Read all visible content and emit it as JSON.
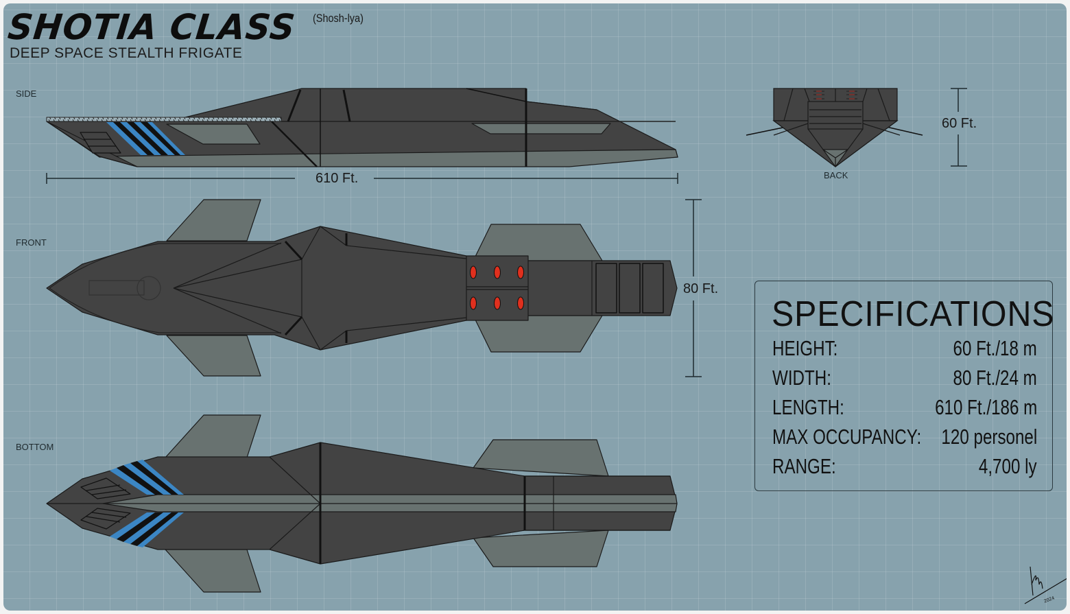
{
  "header": {
    "title": "SHOTIA CLASS",
    "pronunciation": "(Shosh-lya)",
    "subtitle": "DEEP SPACE STEALTH FRIGATE"
  },
  "views": {
    "side": "SIDE",
    "back": "BACK",
    "front": "FRONT",
    "bottom": "BOTTOM"
  },
  "dimensions": {
    "length": "610 Ft.",
    "height": "60 Ft.",
    "width": "80 Ft."
  },
  "specifications": {
    "title": "SPECIFICATIONS",
    "rows": [
      {
        "label": "HEIGHT:",
        "value": "60 Ft./18 m"
      },
      {
        "label": "WIDTH:",
        "value": "80 Ft./24 m"
      },
      {
        "label": "LENGTH:",
        "value": "610 Ft./186 m"
      },
      {
        "label": "MAX OCCUPANCY:",
        "value": "120 personel"
      },
      {
        "label": "RANGE:",
        "value": "4,700 ly"
      }
    ]
  },
  "signature": {
    "text": "2024"
  },
  "colors": {
    "background": "#87a2ad",
    "hull_dark": "#434343",
    "hull_light": "#687270",
    "stripe_blue": "#3b86c4",
    "engine_red": "#e0301e",
    "outline": "#1a1a1a"
  }
}
